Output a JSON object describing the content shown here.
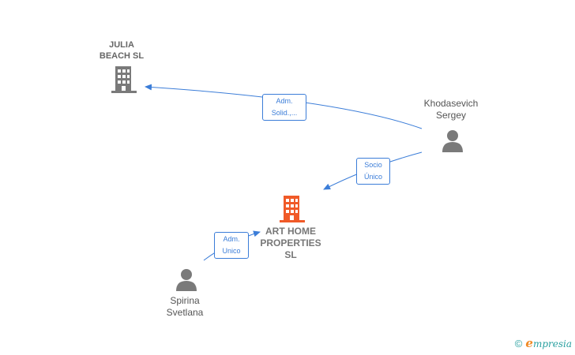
{
  "nodes": {
    "julia_beach": {
      "line1": "JULIA",
      "line2": "BEACH  SL"
    },
    "art_home": {
      "line1": "ART HOME",
      "line2": "PROPERTIES",
      "line3": "SL"
    },
    "khodasevich": {
      "line1": "Khodasevich",
      "line2": "Sergey"
    },
    "spirina": {
      "line1": "Spirina",
      "line2": "Svetlana"
    }
  },
  "edges": {
    "khodasevich_julia": {
      "line1": "Adm.",
      "line2": "Solid.,..."
    },
    "khodasevich_art": {
      "line1": "Socio",
      "line2": "Único"
    },
    "spirina_art": {
      "line1": "Adm.",
      "line2": "Unico"
    }
  },
  "colors": {
    "edge": "#3b7dd8",
    "company_icon": "#7a7a7a",
    "main_company_icon": "#f05a28",
    "person_icon": "#7a7a7a"
  },
  "footer": {
    "copyright_symbol": "©",
    "brand_first": "e",
    "brand_rest": "mpresia"
  }
}
